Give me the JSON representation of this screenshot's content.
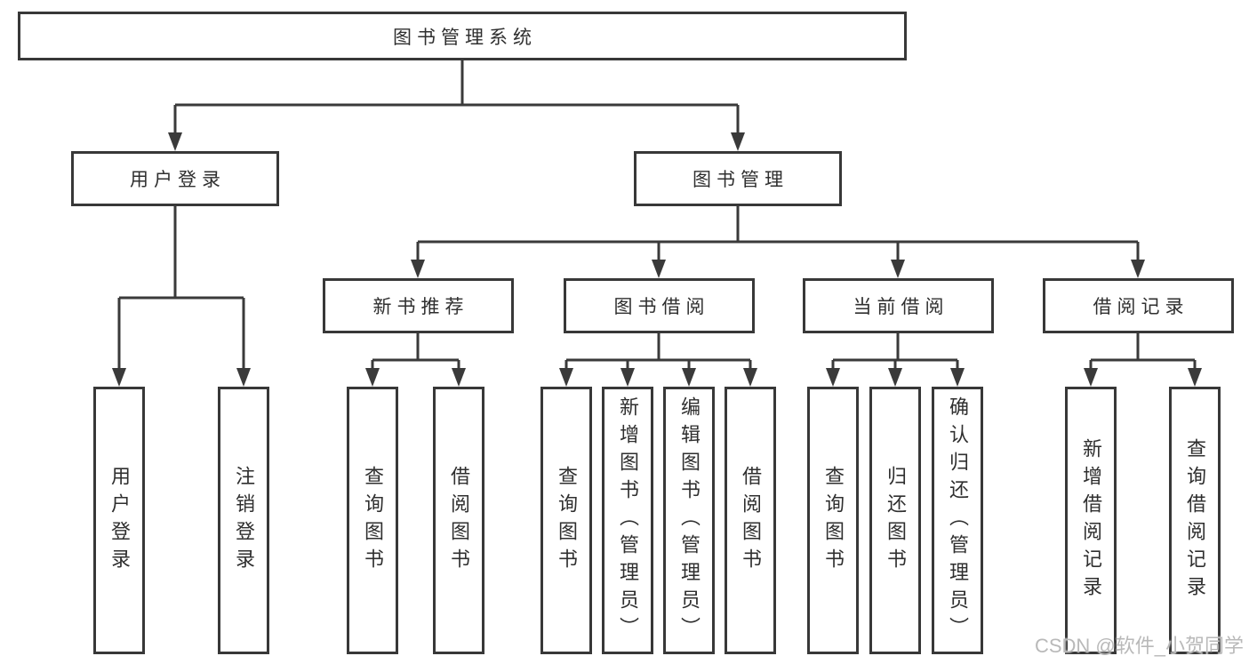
{
  "diagram": {
    "title": "图书管理系统",
    "branches": [
      {
        "label": "用户登录",
        "children": [
          {
            "label": "用户登录"
          },
          {
            "label": "注销登录"
          }
        ]
      },
      {
        "label": "图书管理",
        "children": [
          {
            "label": "新书推荐",
            "children": [
              {
                "label": "查询图书"
              },
              {
                "label": "借阅图书"
              }
            ]
          },
          {
            "label": "图书借阅",
            "children": [
              {
                "label": "查询图书"
              },
              {
                "label": "新增图书（管理员）"
              },
              {
                "label": "编辑图书（管理员）"
              },
              {
                "label": "借阅图书"
              }
            ]
          },
          {
            "label": "当前借阅",
            "children": [
              {
                "label": "查询图书"
              },
              {
                "label": "归还图书"
              },
              {
                "label": "确认归还（管理员）"
              }
            ]
          },
          {
            "label": "借阅记录",
            "children": [
              {
                "label": "新增借阅记录"
              },
              {
                "label": "查询借阅记录"
              }
            ]
          }
        ]
      }
    ]
  },
  "watermark": "CSDN @软件_小贺同学",
  "colors": {
    "line": "#3a3a3a",
    "border": "#383838",
    "text": "#2f2f2f",
    "box_bg": "#ffffff",
    "watermark_text": "#b9b9b9"
  }
}
